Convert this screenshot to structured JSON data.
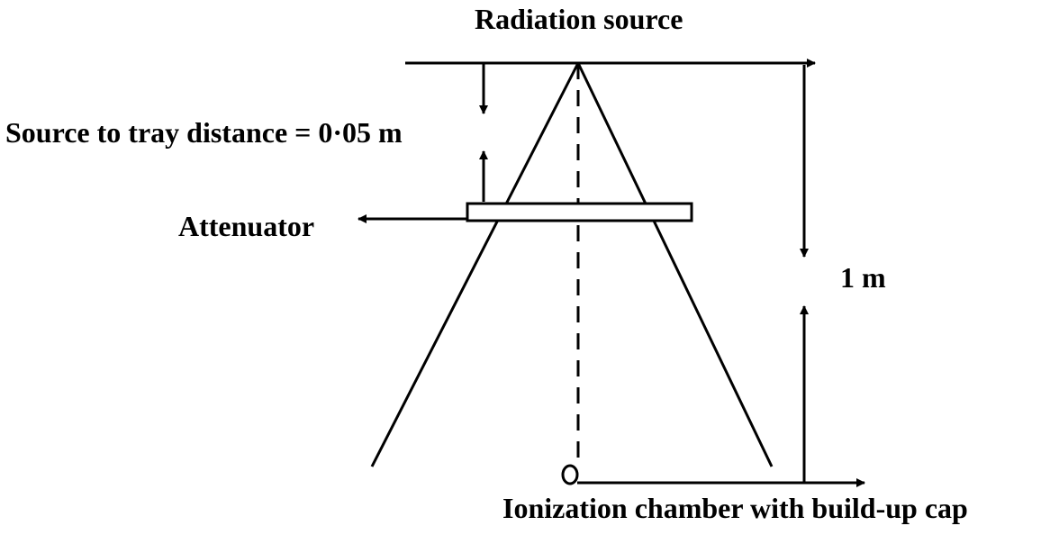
{
  "labels": {
    "radiation_source": "Radiation source",
    "source_to_tray_distance": "Source to tray distance = 0·05 m",
    "attenuator": "Attenuator",
    "distance": "1 m",
    "ionization_chamber": "Ionization chamber with build-up cap"
  },
  "colors": {
    "stroke": "#000000",
    "background": "#ffffff"
  }
}
